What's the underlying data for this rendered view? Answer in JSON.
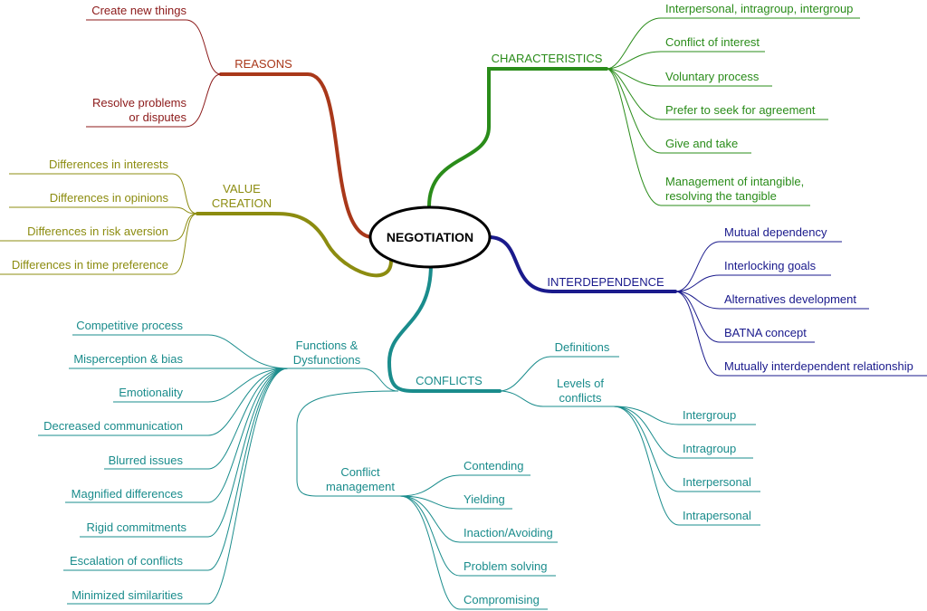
{
  "colors": {
    "reasons": "#a9381a",
    "characteristics": "#2a8c1a",
    "value_creation": "#8c8c10",
    "interdependence": "#1a1a8c",
    "conflicts": "#1a8c8c",
    "reasons_leaf": "#8c1a1a"
  },
  "center": {
    "label": "NEGOTIATION"
  },
  "reasons": {
    "label": "REASONS",
    "items": [
      "Create new things",
      "Resolve problems",
      "or disputes"
    ]
  },
  "characteristics": {
    "label": "CHARACTERISTICS",
    "items": [
      "Interpersonal, intragroup, intergroup",
      "Conflict of interest",
      "Voluntary process",
      "Prefer to seek for agreement",
      "Give and take",
      "Management of intangible,",
      "resolving the tangible"
    ]
  },
  "value_creation": {
    "label_line1": "VALUE",
    "label_line2": "CREATION",
    "items": [
      "Differences in interests",
      "Differences in opinions",
      "Differences in risk aversion",
      "Differences in time preference"
    ]
  },
  "interdependence": {
    "label": "INTERDEPENDENCE",
    "items": [
      "Mutual dependency",
      "Interlocking goals",
      "Alternatives development",
      "BATNA concept",
      "Mutually interdependent relationship"
    ]
  },
  "conflicts": {
    "label": "CONFLICTS",
    "functions": {
      "label_line1": "Functions &",
      "label_line2": "Dysfunctions",
      "items": [
        "Competitive process",
        "Misperception & bias",
        "Emotionality",
        "Decreased communication",
        "Blurred issues",
        "Magnified differences",
        "Rigid commitments",
        "Escalation of conflicts",
        "Minimized similarities"
      ]
    },
    "definitions": {
      "label": "Definitions"
    },
    "levels": {
      "label_line1": "Levels of",
      "label_line2": "conflicts",
      "items": [
        "Intergroup",
        "Intragroup",
        "Interpersonal",
        "Intrapersonal"
      ]
    },
    "management": {
      "label_line1": "Conflict",
      "label_line2": "management",
      "items": [
        "Contending",
        "Yielding",
        "Inaction/Avoiding",
        "Problem solving",
        "Compromising"
      ]
    }
  }
}
